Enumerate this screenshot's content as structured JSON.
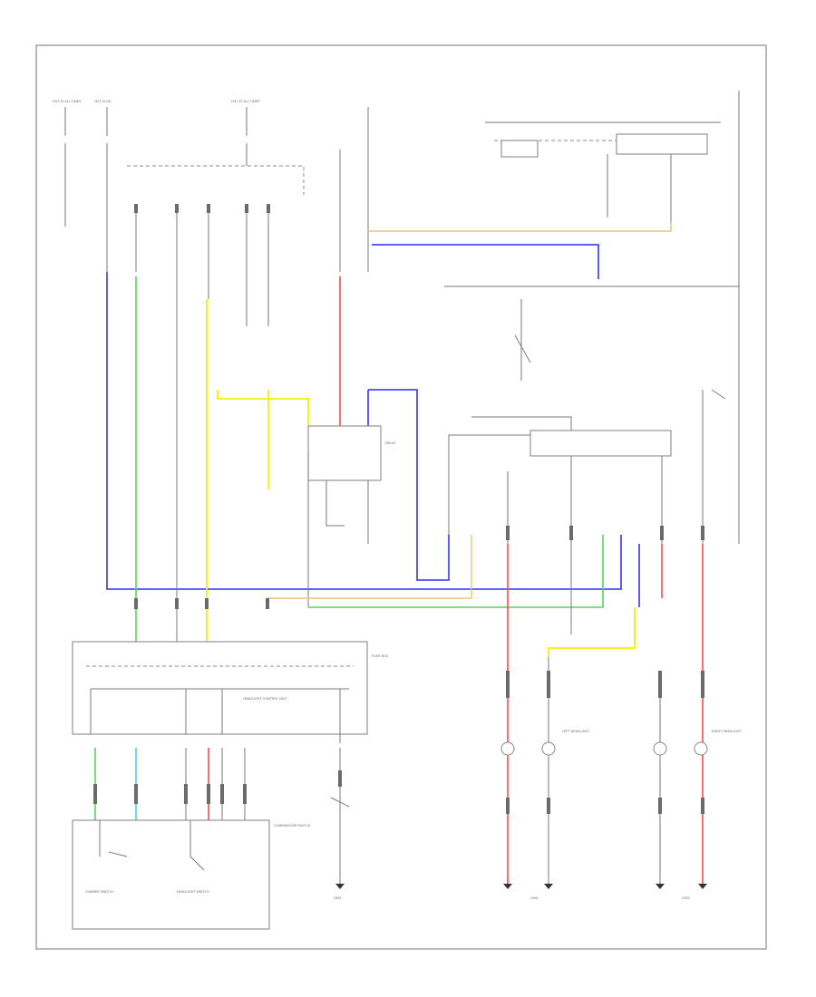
{
  "components": {
    "combination_switch": "COMBINATION SWITCH",
    "headlight_control_unit": "HEADLIGHT CONTROL UNIT",
    "left_headlight": "LEFT HEADLIGHT",
    "right_headlight": "RIGHT HEADLIGHT",
    "headlight_switch": "HEADLIGHT SWITCH",
    "dimmer_switch": "DIMMER SWITCH",
    "relay": "RELAY",
    "fuse_box": "FUSE BOX",
    "ground_left": "G401",
    "ground_right": "G402",
    "ground_switch": "G501"
  },
  "footer_note": "",
  "colors": {
    "green_wire": "#55d655",
    "blue_wire": "#4a4aff",
    "yellow_wire": "#f5f000",
    "red_wire": "#ff4a4a",
    "orange_wire": "#f0c070",
    "cyan_wire": "#44d6e0"
  }
}
